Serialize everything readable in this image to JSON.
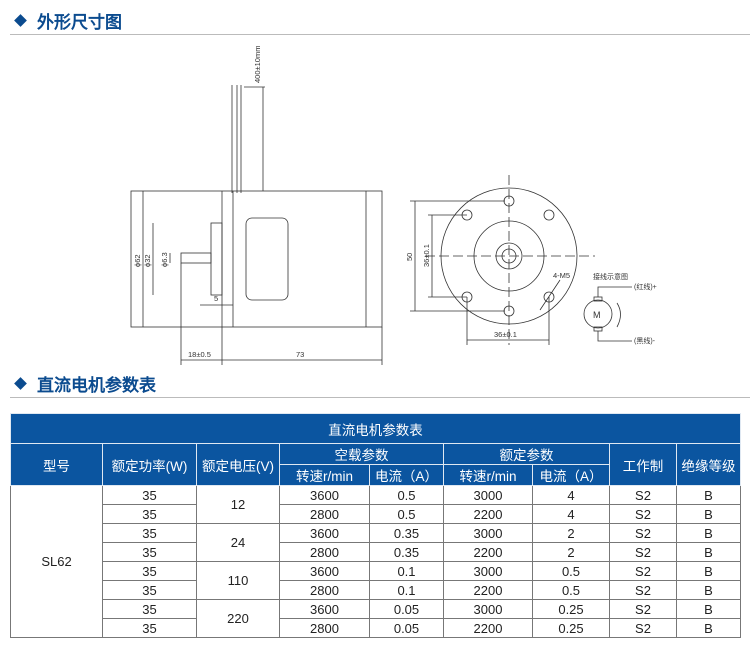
{
  "sections": {
    "dimensions": "外形尺寸图",
    "params": "直流电机参数表"
  },
  "drawing": {
    "lead_length": "400±10mm",
    "dia_body": "ϕ62",
    "dia_boss": "ϕ32",
    "dia_shaft": "ϕ6.3",
    "boss_len": "5",
    "shaft_len": "18±0.5",
    "body_len": "73",
    "flange": "50",
    "hole_v": "36±0.1",
    "hole_h": "36±0.1",
    "screw": "4-M5",
    "wiring_title": "接线示意图",
    "red": "(红线)+",
    "black": "(黑线)-",
    "motor": "M"
  },
  "table": {
    "title": "直流电机参数表",
    "headers": {
      "model": "型号",
      "power": "额定功率(W)",
      "voltage": "额定电压(V)",
      "noload": "空载参数",
      "rated": "额定参数",
      "speed": "转速r/min",
      "current": "电流（A）",
      "duty": "工作制",
      "insulation": "绝缘等级"
    },
    "model": "SL62",
    "voltages": [
      "12",
      "24",
      "110",
      "220"
    ],
    "rows": [
      {
        "power": "35",
        "nl_speed": "3600",
        "nl_current": "0.5",
        "r_speed": "3000",
        "r_current": "4",
        "duty": "S2",
        "ins": "B"
      },
      {
        "power": "35",
        "nl_speed": "2800",
        "nl_current": "0.5",
        "r_speed": "2200",
        "r_current": "4",
        "duty": "S2",
        "ins": "B"
      },
      {
        "power": "35",
        "nl_speed": "3600",
        "nl_current": "0.35",
        "r_speed": "3000",
        "r_current": "2",
        "duty": "S2",
        "ins": "B"
      },
      {
        "power": "35",
        "nl_speed": "2800",
        "nl_current": "0.35",
        "r_speed": "2200",
        "r_current": "2",
        "duty": "S2",
        "ins": "B"
      },
      {
        "power": "35",
        "nl_speed": "3600",
        "nl_current": "0.1",
        "r_speed": "3000",
        "r_current": "0.5",
        "duty": "S2",
        "ins": "B"
      },
      {
        "power": "35",
        "nl_speed": "2800",
        "nl_current": "0.1",
        "r_speed": "2200",
        "r_current": "0.5",
        "duty": "S2",
        "ins": "B"
      },
      {
        "power": "35",
        "nl_speed": "3600",
        "nl_current": "0.05",
        "r_speed": "3000",
        "r_current": "0.25",
        "duty": "S2",
        "ins": "B"
      },
      {
        "power": "35",
        "nl_speed": "2800",
        "nl_current": "0.05",
        "r_speed": "2200",
        "r_current": "0.25",
        "duty": "S2",
        "ins": "B"
      }
    ]
  }
}
